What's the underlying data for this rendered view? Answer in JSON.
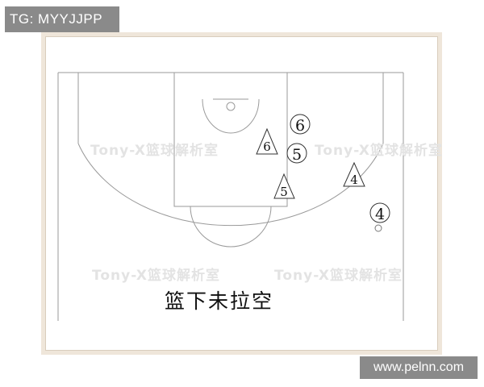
{
  "tag_label": "TG: MYYJJPP",
  "caption": "篮下未拉空",
  "watermark_text": "Tony-X篮球解析室",
  "site_url": "www.pelnn.com",
  "players": {
    "offense": [
      {
        "number": "6",
        "shape": "circle"
      },
      {
        "number": "5",
        "shape": "circle"
      },
      {
        "number": "4",
        "shape": "circle"
      }
    ],
    "defense": [
      {
        "number": "6",
        "shape": "triangle"
      },
      {
        "number": "4",
        "shape": "triangle"
      },
      {
        "number": "5",
        "shape": "triangle"
      }
    ]
  },
  "colors": {
    "court_line": "#9a9a9a",
    "marker": "#222222",
    "frame": "#efe6da",
    "label_bg": "#8a8a8a"
  }
}
